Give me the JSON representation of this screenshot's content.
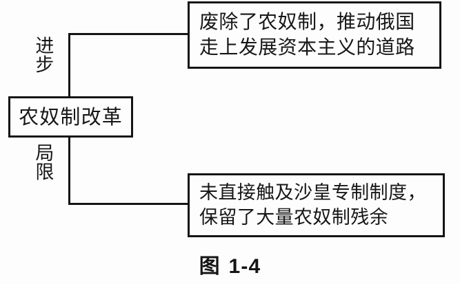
{
  "figure": {
    "caption_label": "图",
    "caption_index": "1-4",
    "caption_full": "图 1-4",
    "background_color": "#fdfdfd",
    "line_color": "#141414",
    "text_color": "#171717"
  },
  "diagram": {
    "type": "tree",
    "root": {
      "id": "node-root",
      "text": "农奴制改革",
      "lines": [
        "农奴制改革"
      ]
    },
    "branches": [
      {
        "id": "branch-progress",
        "label": "进步",
        "node_id": "node-progress",
        "lines": [
          "废除了农奴制，推动俄国",
          "走上发展资本主义的道路"
        ],
        "text": "废除了农奴制，推动俄国走上发展资本主义的道路"
      },
      {
        "id": "branch-limitation",
        "label": "局限",
        "node_id": "node-limitation",
        "lines": [
          "未直接触及沙皇专制制度，",
          "保留了大量农奴制残余"
        ],
        "text": "未直接触及沙皇专制制度，保留了大量农奴制残余"
      }
    ]
  }
}
